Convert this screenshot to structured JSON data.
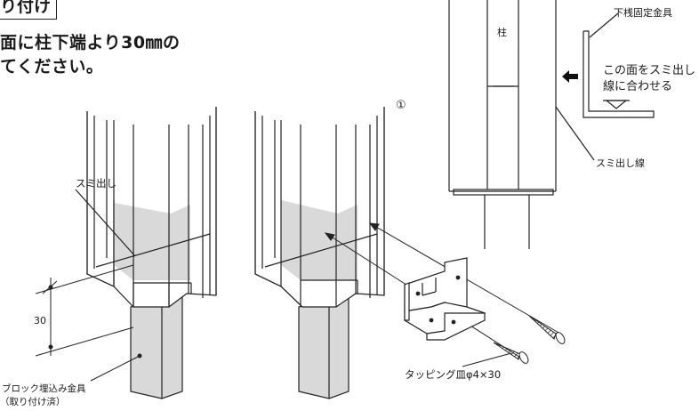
{
  "heading": "り付け",
  "instruction_line1": "面に柱下端より30㎜の",
  "instruction_line2": "てください。",
  "labels": {
    "sumidashi": "スミ出し",
    "dimension_30": "30",
    "block_fitting_line1": "ブロック埋込み金具",
    "block_fitting_line2": "（取り付け済）",
    "step_number": "①",
    "screw": "タッピング皿φ4×30",
    "post": "柱",
    "bottom_fixing_bracket": "下桟固定金具",
    "align_note_line1": "この面をスミ出し",
    "align_note_line2": "線に合わせる",
    "sumidashi_line": "スミ出し線"
  }
}
